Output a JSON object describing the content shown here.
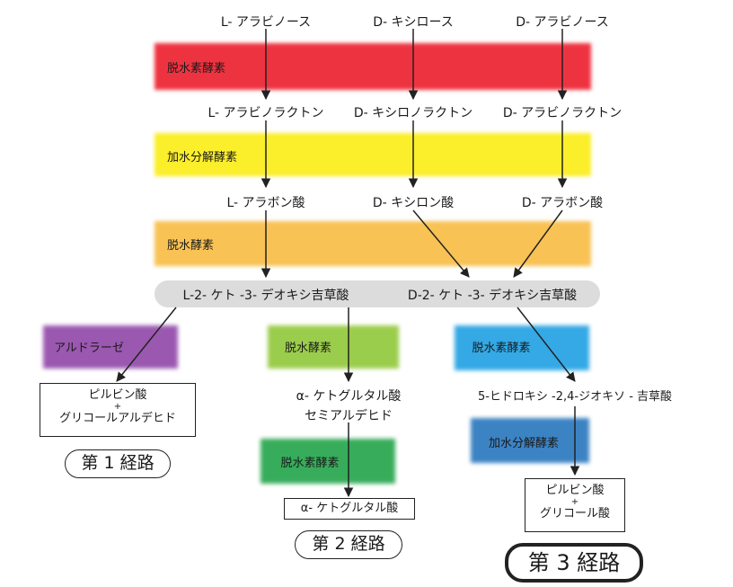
{
  "colors": {
    "dehydrogenase": "#ee3340",
    "hydrolase": "#fbee2a",
    "dehydratase": "#f8c255",
    "aldolase": "#9b58b0",
    "route2_dehydratase": "#9bcd4c",
    "route2_dehydrogenase": "#37ad5b",
    "route3_dehydrogenase": "#34a9e6",
    "route3_hydrolase": "#3c83c4",
    "ellipse": "#dcdcdc"
  },
  "sugars": [
    "L- アラビノース",
    "D- キシロース",
    "D- アラビノース"
  ],
  "lactones": [
    "L- アラビノラクトン",
    "D- キシロノラクトン",
    "D- アラビノラクトン"
  ],
  "acids": [
    "L- アラボン酸",
    "D- キシロン酸",
    "D- アラボン酸"
  ],
  "bands": {
    "dehydrogenase": "脱水素酵素",
    "hydrolase": "加水分解酵素",
    "dehydratase": "脱水酵素"
  },
  "keto": {
    "left": "L-2- ケト -3- デオキシ吉草酸",
    "right": "D-2- ケト -3- デオキシ吉草酸"
  },
  "route1": {
    "enzyme": "アルドラーゼ",
    "product_line1": "ピルビン酸",
    "plus": "+",
    "product_line2": "グリコールアルデヒド",
    "label": "第 1 経路"
  },
  "route2": {
    "enzyme1": "脱水酵素",
    "intermediate_line1": "α- ケトグルタル酸",
    "intermediate_line2": "セミアルデヒド",
    "enzyme2": "脱水素酵素",
    "product": "α- ケトグルタル酸",
    "label": "第 2 経路"
  },
  "route3": {
    "enzyme1": "脱水素酵素",
    "intermediate": "5-ヒドロキシ -2,4-ジオキソ - 吉草酸",
    "enzyme2": "加水分解酵素",
    "product_line1": "ピルビン酸",
    "plus": "+",
    "product_line2": "グリコール酸",
    "label": "第 3 経路"
  }
}
